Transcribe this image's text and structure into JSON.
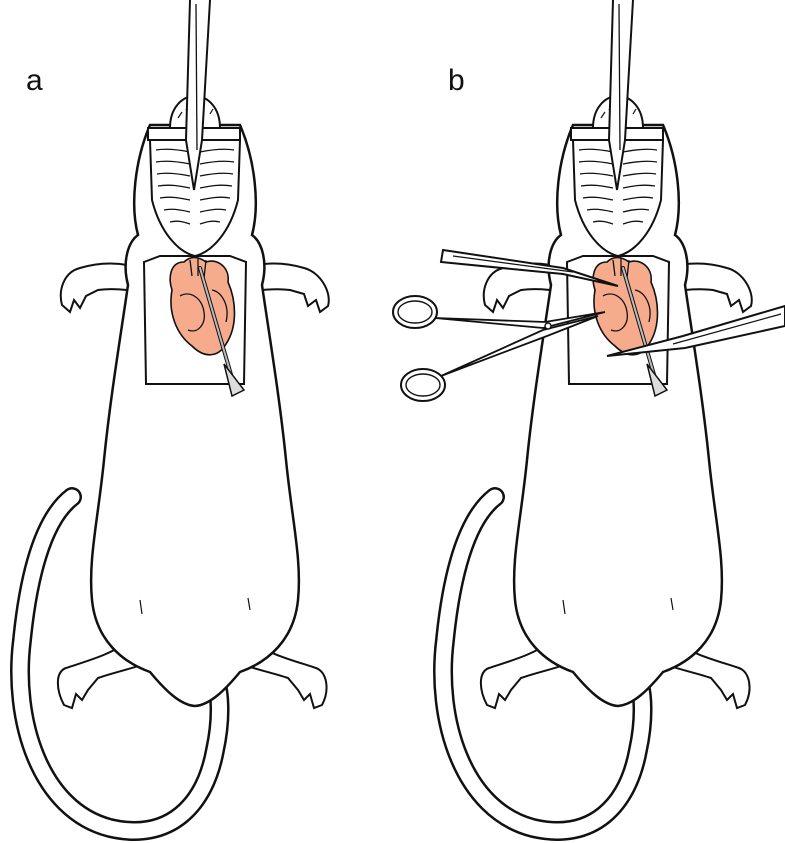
{
  "figure": {
    "panels": [
      {
        "id": "a",
        "label": "a",
        "heart_color": "#f6ab8d",
        "ink": "#111111"
      },
      {
        "id": "b",
        "label": "b",
        "heart_color": "#f6ab8d",
        "ink": "#111111"
      }
    ]
  }
}
